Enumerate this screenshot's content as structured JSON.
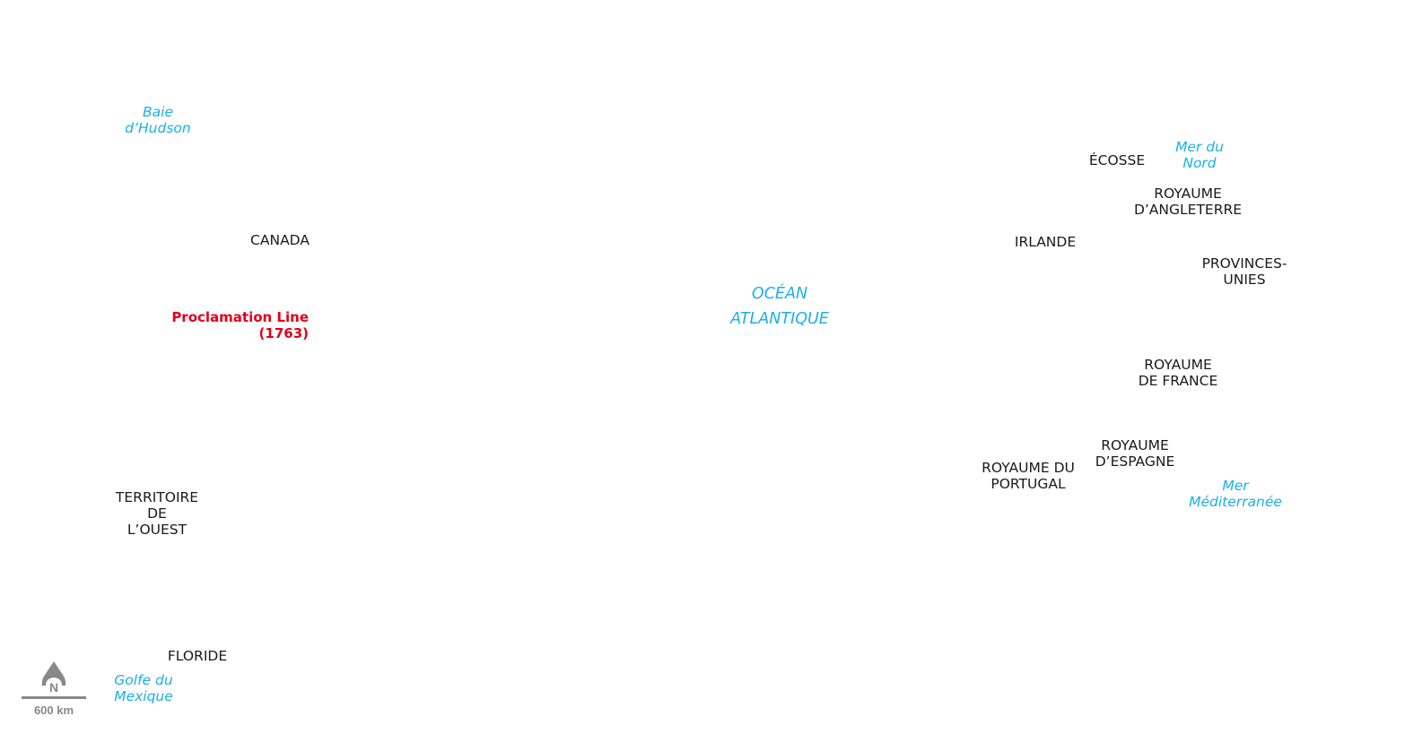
{
  "map": {
    "water": [
      {
        "id": "hudson",
        "lines": [
          "Baie",
          "d’Hudson"
        ]
      },
      {
        "id": "ocean",
        "lines": [
          "OCÉAN",
          "ATLANTIQUE"
        ]
      },
      {
        "id": "north-sea",
        "lines": [
          "Mer du",
          "Nord"
        ]
      },
      {
        "id": "mediterranean",
        "lines": [
          "Mer",
          "Méditerranée"
        ]
      },
      {
        "id": "gulf-mexico",
        "lines": [
          "Golfe du",
          "Mexique"
        ]
      }
    ],
    "regions": [
      {
        "id": "canada",
        "lines": [
          "CANADA"
        ]
      },
      {
        "id": "ecosse",
        "lines": [
          "ÉCOSSE"
        ]
      },
      {
        "id": "angleterre",
        "lines": [
          "ROYAUME",
          "D’ANGLETERRE"
        ]
      },
      {
        "id": "irlande",
        "lines": [
          "IRLANDE"
        ]
      },
      {
        "id": "provinces-unies",
        "lines": [
          "PROVINCES-",
          "UNIES"
        ]
      },
      {
        "id": "france",
        "lines": [
          "ROYAUME",
          "DE FRANCE"
        ]
      },
      {
        "id": "espagne",
        "lines": [
          "ROYAUME",
          "D’ESPAGNE"
        ]
      },
      {
        "id": "portugal",
        "lines": [
          "ROYAUME DU",
          "PORTUGAL"
        ]
      },
      {
        "id": "territoire-ouest",
        "lines": [
          "TERRITOIRE",
          "DE",
          "L’OUEST"
        ]
      },
      {
        "id": "floride",
        "lines": [
          "FLORIDE"
        ]
      }
    ],
    "proclamation": {
      "lines": [
        "Proclamation Line",
        "(1763)"
      ]
    },
    "compass_letter": "N",
    "scale": "600 km",
    "colors": {
      "water": "#1ab0e8",
      "highlight": "#e2001a",
      "text": "#1a1a1a",
      "legend": "#888888"
    }
  }
}
